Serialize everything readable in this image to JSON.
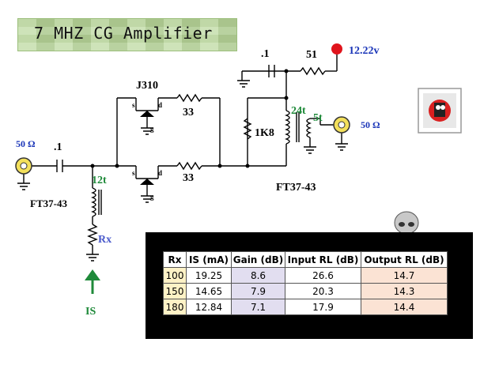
{
  "title": "7 MHZ CG Amplifier",
  "labels": {
    "supply_voltage": "12.22v",
    "supply_resistor": "51",
    "bypass_cap": ".1",
    "transistor": "J310",
    "source_resistor_top": "33",
    "source_resistor_bottom": "33",
    "input_cap": ".1",
    "input_impedance": "50 Ω",
    "output_impedance": "50 Ω",
    "input_transformer_turns": "12t",
    "input_core": "FT37-43",
    "shunt_resistor": "1K8",
    "output_primary_turns": "24t",
    "output_secondary_turns": "5t",
    "output_core": "FT37-43",
    "bias_resistor": "Rx",
    "current_label": "IS",
    "pin_s_top": "s",
    "pin_d_top": "d",
    "pin_g_top": "g",
    "pin_s_bottom": "s",
    "pin_d_bottom": "d",
    "pin_g_bottom": "g"
  },
  "table": {
    "headers": [
      "Rx",
      "IS (mA)",
      "Gain (dB)",
      "Input RL (dB)",
      "Output RL (dB)"
    ],
    "rows": [
      [
        "100",
        "19.25",
        "8.6",
        "26.6",
        "14.7"
      ],
      [
        "150",
        "14.65",
        "7.9",
        "20.3",
        "14.3"
      ],
      [
        "180",
        "12.84",
        "7.1",
        "17.9",
        "14.4"
      ]
    ]
  },
  "colors": {
    "supply_dot": "#e0141c",
    "impedance_text": "#1a35b8",
    "turns_text": "#1f8a3a",
    "current_arrow": "#1f8a3a",
    "rx_text": "#4a5acb"
  }
}
